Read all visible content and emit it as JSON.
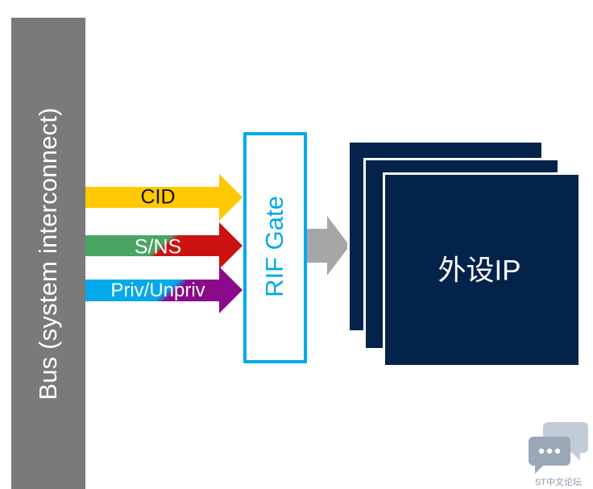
{
  "bus": {
    "label": "Bus (system interconnect)",
    "color": "#7a7a7a"
  },
  "signals": [
    {
      "id": "cid",
      "label": "CID",
      "colors": [
        "#ffc800"
      ]
    },
    {
      "id": "sns",
      "label": "S/NS",
      "colors": [
        "#4aa564",
        "#cc1111"
      ]
    },
    {
      "id": "priv",
      "label": "Priv/Unpriv",
      "colors": [
        "#03a9ea",
        "#8a0a8a"
      ]
    }
  ],
  "rif_gate": {
    "label": "RIF Gate",
    "color": "#03a9ea"
  },
  "output_arrow": {
    "color": "#a6a6a6"
  },
  "peripheral": {
    "label": "外设IP",
    "color": "#03234b"
  },
  "watermark": {
    "text": "ST中文论坛",
    "icon": "chat-bubbles-icon"
  }
}
